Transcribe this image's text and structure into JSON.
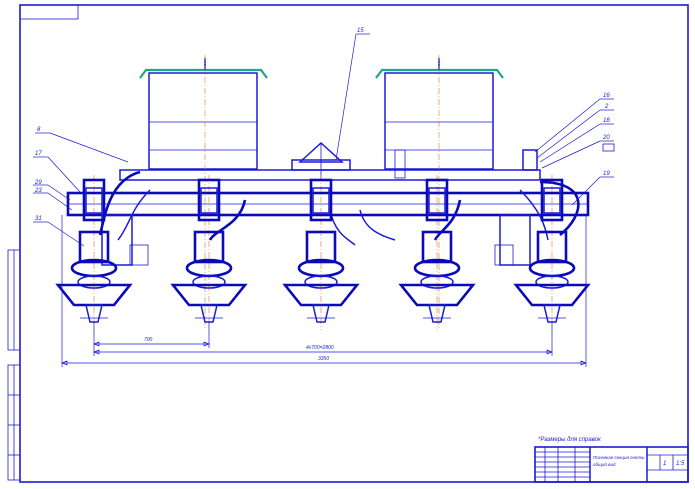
{
  "drawing": {
    "frame_stamp_corner": "",
    "callouts": [
      "15",
      "8",
      "17",
      "29",
      "23",
      "31",
      "16",
      "2",
      "18",
      "20",
      "19"
    ],
    "dimensions": {
      "pitch": "700",
      "span": "4х700=2800",
      "overall": "3350"
    },
    "note": "*Размеры для справок",
    "title_block": {
      "title_line1": "Посевная секция сеялки",
      "title_line2": "общий вид",
      "scale": "1:5",
      "sheet": "1",
      "mass_label": ""
    }
  },
  "colors": {
    "lines": "#1b1bd6",
    "heavy": "#0a0ab8",
    "axis": "#d97a2b",
    "lid": "#1ea58a"
  }
}
